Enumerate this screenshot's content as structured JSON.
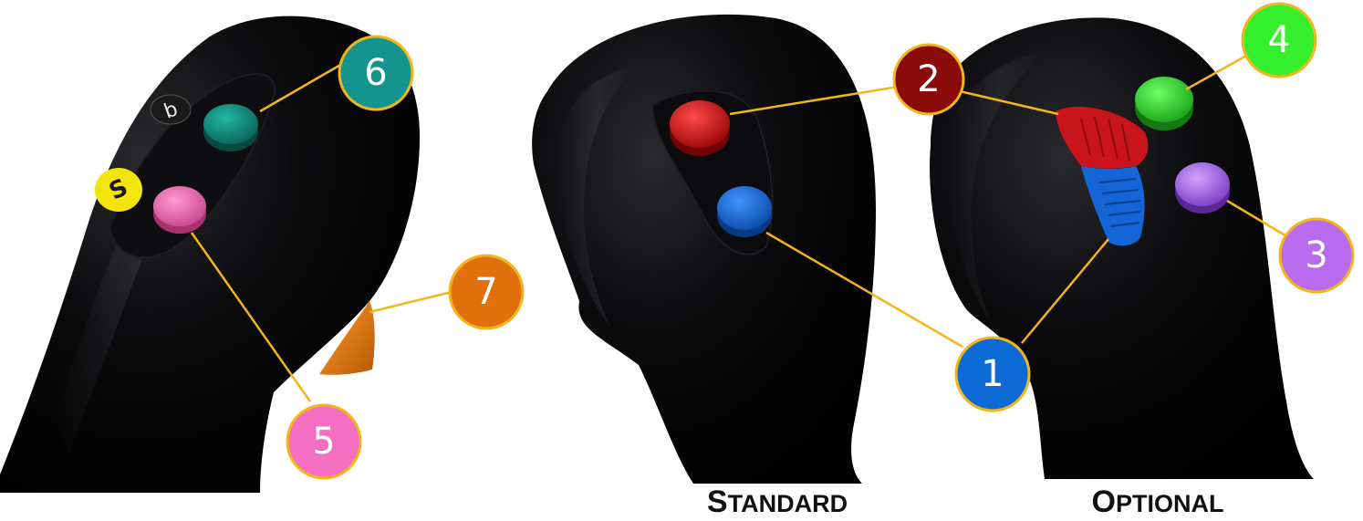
{
  "diagram": {
    "badges": [
      {
        "id": "badge-1",
        "label": "1",
        "color": "#0c6ad6"
      },
      {
        "id": "badge-2",
        "label": "2",
        "color": "#8b0a0a"
      },
      {
        "id": "badge-3",
        "label": "3",
        "color": "#b96cf0"
      },
      {
        "id": "badge-4",
        "label": "4",
        "color": "#35ef2c"
      },
      {
        "id": "badge-5",
        "label": "5",
        "color": "#f46fc1"
      },
      {
        "id": "badge-6",
        "label": "6",
        "color": "#13958d"
      },
      {
        "id": "badge-7",
        "label": "7",
        "color": "#e0700b"
      }
    ],
    "captions": {
      "standard": {
        "first": "S",
        "rest": "TANDARD"
      },
      "optional": {
        "first": "O",
        "rest": "PTIONAL"
      }
    },
    "colors": {
      "callout_line": "#f2b61c",
      "grip_body": "#050505",
      "button_red": "#c40c0c",
      "button_blue": "#1466d6",
      "button_teal": "#12907f",
      "button_pink": "#ee6fb6",
      "button_green": "#2bd82a",
      "button_purple": "#a565e8",
      "button_yellow": "#f3e40c",
      "trigger_orange": "#e3780f"
    },
    "icons": [
      "grip-left",
      "grip-standard",
      "grip-optional",
      "rocker-switch"
    ]
  }
}
